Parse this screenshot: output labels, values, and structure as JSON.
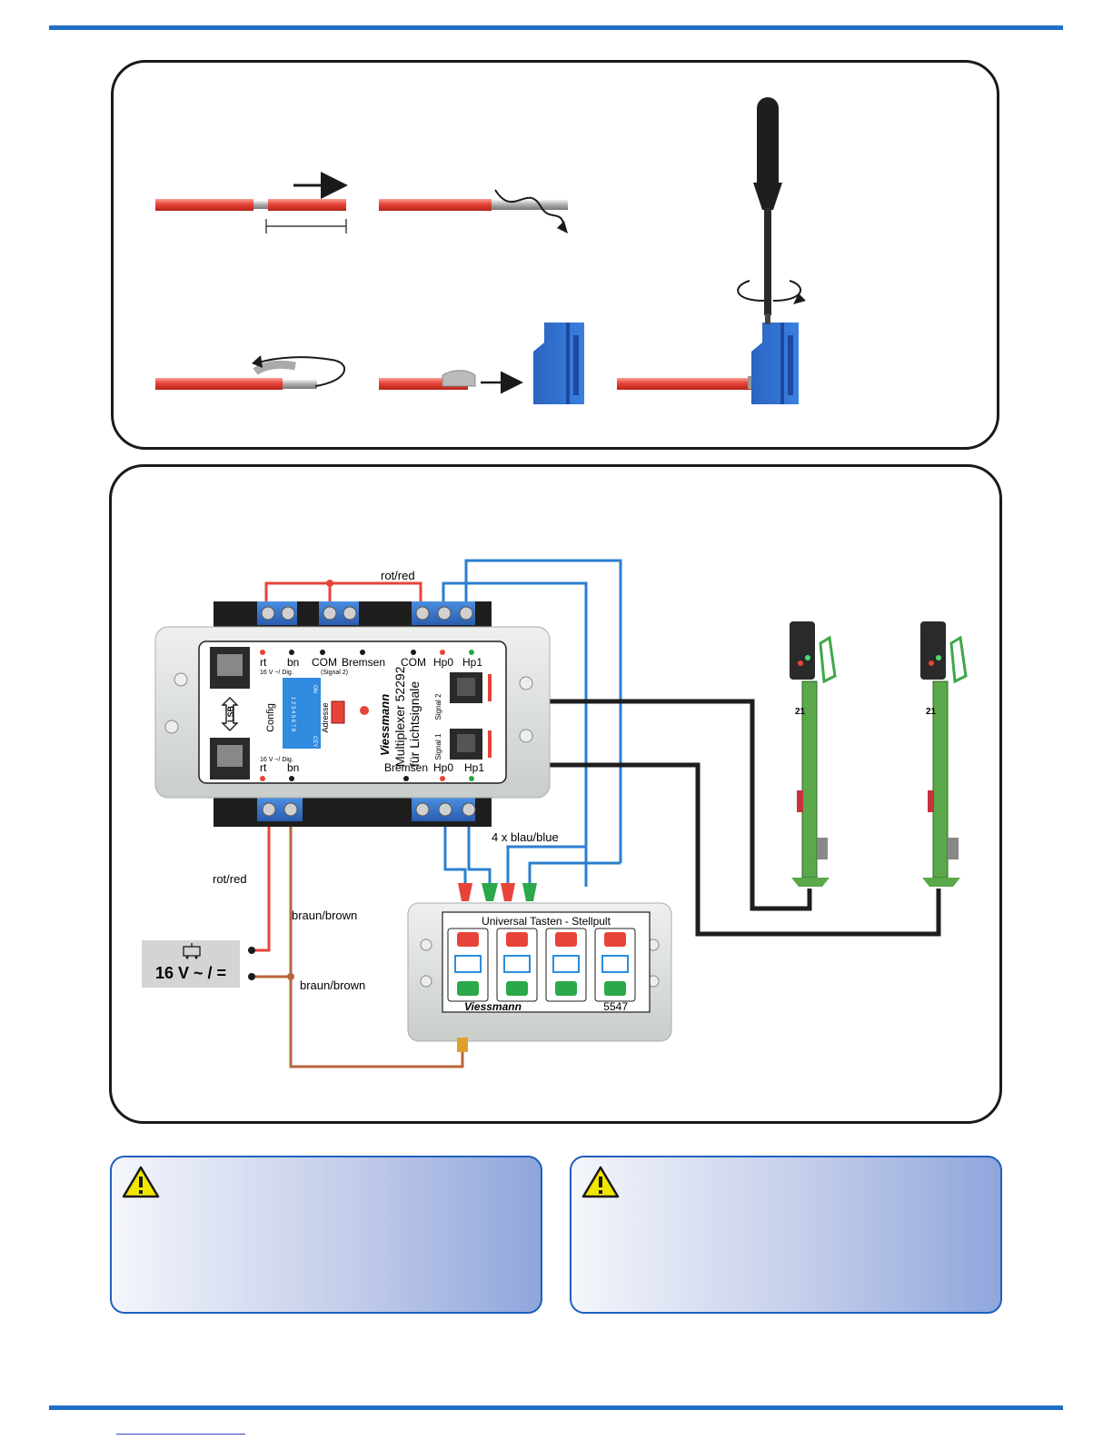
{
  "connector_labels": {
    "top_red": "rot/red",
    "power_red": "rot/red",
    "brown_1": "braun/brown",
    "brown_2": "braun/brown",
    "blue": "4 x blau/blue"
  },
  "power_supply": {
    "voltage": "16 V ~ / ="
  },
  "multiplexer": {
    "brand": "Viessmann",
    "name_line1": "Multiplexer 52292",
    "name_line2": "für Lichtsignale",
    "label_config": "Config",
    "label_adresse": "Adresse",
    "label_lsb": "LSB",
    "label_on": "ON",
    "label_cey": "CEY",
    "dip_numbers": "1 2 3 4 5 6 7 8",
    "top_rt": "rt",
    "top_bn": "bn",
    "top_16v": "16 V ~/ Dig.",
    "top_com": "COM",
    "top_signal2": "(Signal 2)",
    "top_bremsen": "Bremsen",
    "top_com2": "COM",
    "top_hp0": "Hp0",
    "top_hp1": "Hp1",
    "socket_signal2": "Signal 2",
    "socket_signal1": "Signal 1",
    "bot_16v": "16 V ~/ Dig.",
    "bot_rt": "rt",
    "bot_bn": "bn",
    "bot_bremsen": "Bremsen",
    "bot_hp0": "Hp0",
    "bot_hp1": "Hp1"
  },
  "stellpult": {
    "title": "Universal  Tasten - Stellpult",
    "brand": "Viessmann",
    "model": "5547"
  },
  "signals": [
    {
      "number": "21"
    },
    {
      "number": "21"
    }
  ],
  "colors": {
    "wire_red": "#e8433a",
    "wire_blue": "#2b7fd0",
    "wire_brown": "#b8643a",
    "terminal_blue": "#2f6fc8",
    "accent_rule": "#1f6fc4"
  },
  "icons": {
    "warning": "warning-triangle-icon",
    "power": "transformer-icon"
  }
}
